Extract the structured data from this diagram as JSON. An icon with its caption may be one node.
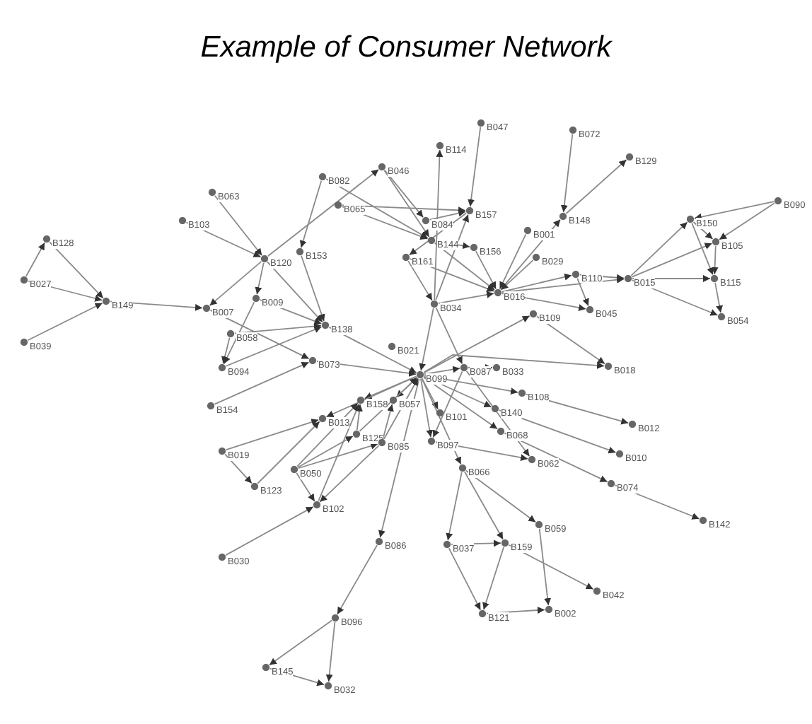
{
  "diagram": {
    "title": "Example of Consumer Network",
    "nodes": [
      {
        "text": [
          "B047"
        ]
      },
      {
        "text": [
          "B072"
        ]
      },
      {
        "text": [
          "B114"
        ]
      },
      {
        "text": [
          "B129"
        ]
      },
      {
        "text": [
          "B046"
        ]
      },
      {
        "text": [
          "B082"
        ]
      },
      {
        "text": [
          "B063"
        ]
      },
      {
        "text": [
          "B090"
        ]
      },
      {
        "text": [
          "B065"
        ]
      },
      {
        "text": [
          "B157"
        ]
      },
      {
        "text": [
          "B148"
        ]
      },
      {
        "text": [
          "B150"
        ]
      },
      {
        "text": [
          "B103"
        ]
      },
      {
        "text": [
          "B084"
        ]
      },
      {
        "text": [
          "B001"
        ]
      },
      {
        "text": [
          "B128"
        ]
      },
      {
        "text": [
          "B144"
        ]
      },
      {
        "text": [
          "B105"
        ]
      },
      {
        "text": [
          "B156"
        ]
      },
      {
        "text": [
          "B153"
        ]
      },
      {
        "text": [
          "B161"
        ]
      },
      {
        "text": [
          "B029"
        ]
      },
      {
        "text": [
          "B120"
        ]
      },
      {
        "text": [
          "B110"
        ]
      },
      {
        "text": [
          "B015"
        ]
      },
      {
        "text": [
          "B115"
        ]
      },
      {
        "text": [
          "B027"
        ]
      },
      {
        "text": [
          "B016"
        ]
      },
      {
        "text": [
          "B009"
        ]
      },
      {
        "text": [
          "B149"
        ]
      },
      {
        "text": [
          "B034"
        ]
      },
      {
        "text": [
          "B007"
        ]
      },
      {
        "text": [
          "B045"
        ]
      },
      {
        "text": [
          "B109"
        ]
      },
      {
        "text": [
          "B054"
        ]
      },
      {
        "text": [
          "B138"
        ]
      },
      {
        "text": [
          "B058"
        ]
      },
      {
        "text": [
          "B039"
        ]
      },
      {
        "text": [
          "B021"
        ]
      },
      {
        "text": [
          "B073"
        ]
      },
      {
        "text": [
          "B018"
        ]
      },
      {
        "text": [
          "B094"
        ]
      },
      {
        "text": [
          "B087"
        ]
      },
      {
        "text": [
          "B033"
        ]
      },
      {
        "text": [
          "B099"
        ]
      },
      {
        "text": [
          "B108"
        ]
      },
      {
        "text": [
          "B158"
        ]
      },
      {
        "text": [
          "B057"
        ]
      },
      {
        "text": [
          "B154"
        ]
      },
      {
        "text": [
          "B140"
        ]
      },
      {
        "text": [
          "B101"
        ]
      },
      {
        "text": [
          "B013"
        ]
      },
      {
        "text": [
          "B012"
        ]
      },
      {
        "text": [
          "B068"
        ]
      },
      {
        "text": [
          "B125"
        ]
      },
      {
        "text": [
          "B097"
        ]
      },
      {
        "text": [
          "B085"
        ]
      },
      {
        "text": [
          "B019"
        ]
      },
      {
        "text": [
          "B010"
        ]
      },
      {
        "text": [
          "B062"
        ]
      },
      {
        "text": [
          "B066"
        ]
      },
      {
        "text": [
          "B050"
        ]
      },
      {
        "text": [
          "B074"
        ]
      },
      {
        "text": [
          "B123"
        ]
      },
      {
        "text": [
          "B102"
        ]
      },
      {
        "text": [
          "B142"
        ]
      },
      {
        "text": [
          "B059"
        ]
      },
      {
        "text": [
          "B086"
        ]
      },
      {
        "text": [
          "B037"
        ]
      },
      {
        "text": [
          "B159"
        ]
      },
      {
        "text": [
          "B030"
        ]
      },
      {
        "text": [
          "B042"
        ]
      },
      {
        "text": [
          "B002"
        ]
      },
      {
        "text": [
          "B121"
        ]
      },
      {
        "text": [
          "B096"
        ]
      },
      {
        "text": [
          "B145"
        ]
      },
      {
        "text": [
          "B032"
        ]
      }
    ],
    "edges": [
      {
        "from": 26,
        "to": 15,
        "arrow": "to"
      },
      {
        "from": 26,
        "to": 29,
        "arrow": "to"
      },
      {
        "from": 15,
        "to": 29,
        "arrow": "to"
      },
      {
        "from": 37,
        "to": 29,
        "arrow": "to"
      },
      {
        "from": 29,
        "to": 31,
        "arrow": "to"
      },
      {
        "from": 6,
        "to": 22,
        "arrow": "to"
      },
      {
        "from": 12,
        "to": 22,
        "arrow": "to"
      },
      {
        "from": 22,
        "to": 31,
        "arrow": "to"
      },
      {
        "from": 22,
        "to": 28,
        "arrow": "to"
      },
      {
        "from": 22,
        "to": 4,
        "arrow": "to"
      },
      {
        "from": 22,
        "to": 35,
        "arrow": "to"
      },
      {
        "from": 31,
        "to": 39,
        "arrow": "to"
      },
      {
        "from": 36,
        "to": 41,
        "arrow": "to"
      },
      {
        "from": 28,
        "to": 41,
        "arrow": "to"
      },
      {
        "from": 36,
        "to": 35,
        "arrow": "to"
      },
      {
        "from": 41,
        "to": 35,
        "arrow": "to"
      },
      {
        "from": 28,
        "to": 35,
        "arrow": "to"
      },
      {
        "from": 48,
        "to": 39,
        "arrow": "to"
      },
      {
        "from": 39,
        "to": 44,
        "arrow": "to"
      },
      {
        "from": 35,
        "to": 44,
        "arrow": "to"
      },
      {
        "from": 5,
        "to": 19,
        "arrow": "to"
      },
      {
        "from": 19,
        "to": 35,
        "arrow": "to"
      },
      {
        "from": 5,
        "to": 16,
        "arrow": "to"
      },
      {
        "from": 8,
        "to": 9,
        "arrow": "to"
      },
      {
        "from": 8,
        "to": 16,
        "arrow": "to"
      },
      {
        "from": 4,
        "to": 13,
        "arrow": "to"
      },
      {
        "from": 4,
        "to": 16,
        "arrow": "to"
      },
      {
        "from": 0,
        "to": 9,
        "arrow": "to"
      },
      {
        "from": 30,
        "to": 2,
        "arrow": "to"
      },
      {
        "from": 13,
        "to": 9,
        "arrow": "to"
      },
      {
        "from": 9,
        "to": 20,
        "arrow": "to"
      },
      {
        "from": 16,
        "to": 18,
        "arrow": "to"
      },
      {
        "from": 16,
        "to": 27,
        "arrow": "to"
      },
      {
        "from": 20,
        "to": 30,
        "arrow": "to"
      },
      {
        "from": 20,
        "to": 27,
        "arrow": "to"
      },
      {
        "from": 30,
        "to": 9,
        "arrow": "to"
      },
      {
        "from": 30,
        "to": 27,
        "arrow": "to"
      },
      {
        "from": 30,
        "to": 44,
        "arrow": "to"
      },
      {
        "from": 18,
        "to": 27,
        "arrow": "to"
      },
      {
        "from": 14,
        "to": 27,
        "arrow": "to"
      },
      {
        "from": 27,
        "to": 10,
        "arrow": "to"
      },
      {
        "from": 1,
        "to": 10,
        "arrow": "to"
      },
      {
        "from": 10,
        "to": 3,
        "arrow": "to"
      },
      {
        "from": 21,
        "to": 27,
        "arrow": "to"
      },
      {
        "from": 27,
        "to": 23,
        "arrow": "to"
      },
      {
        "from": 27,
        "to": 32,
        "arrow": "to"
      },
      {
        "from": 23,
        "to": 32,
        "arrow": "to"
      },
      {
        "from": 23,
        "to": 24,
        "arrow": "to"
      },
      {
        "from": 27,
        "to": 24,
        "arrow": "to"
      },
      {
        "from": 44,
        "to": 33,
        "arrow": "to"
      },
      {
        "from": 33,
        "to": 40,
        "arrow": "to"
      },
      {
        "from": 44,
        "to": 40,
        "arrow": "to"
      },
      {
        "from": 44,
        "to": 42,
        "arrow": "to"
      },
      {
        "from": 42,
        "to": 43,
        "arrow": "to"
      },
      {
        "from": 42,
        "to": 59,
        "arrow": "to"
      },
      {
        "from": 30,
        "to": 42,
        "arrow": "to"
      },
      {
        "from": 44,
        "to": 45,
        "arrow": "to"
      },
      {
        "from": 45,
        "to": 52,
        "arrow": "to"
      },
      {
        "from": 44,
        "to": 49,
        "arrow": "to"
      },
      {
        "from": 49,
        "to": 58,
        "arrow": "to"
      },
      {
        "from": 44,
        "to": 53,
        "arrow": "to"
      },
      {
        "from": 53,
        "to": 62,
        "arrow": "to"
      },
      {
        "from": 62,
        "to": 65,
        "arrow": "to"
      },
      {
        "from": 44,
        "to": 50,
        "arrow": "to"
      },
      {
        "from": 44,
        "to": 55,
        "arrow": "to"
      },
      {
        "from": 42,
        "to": 55,
        "arrow": "to"
      },
      {
        "from": 55,
        "to": 59,
        "arrow": "to"
      },
      {
        "from": 44,
        "to": 60,
        "arrow": "to"
      },
      {
        "from": 60,
        "to": 68,
        "arrow": "to"
      },
      {
        "from": 60,
        "to": 69,
        "arrow": "to"
      },
      {
        "from": 60,
        "to": 66,
        "arrow": "to"
      },
      {
        "from": 68,
        "to": 69,
        "arrow": "to"
      },
      {
        "from": 68,
        "to": 73,
        "arrow": "to"
      },
      {
        "from": 69,
        "to": 73,
        "arrow": "to"
      },
      {
        "from": 69,
        "to": 71,
        "arrow": "to"
      },
      {
        "from": 73,
        "to": 72,
        "arrow": "to"
      },
      {
        "from": 66,
        "to": 72,
        "arrow": "to"
      },
      {
        "from": 44,
        "to": 67,
        "arrow": "to"
      },
      {
        "from": 67,
        "to": 74,
        "arrow": "to"
      },
      {
        "from": 74,
        "to": 75,
        "arrow": "to"
      },
      {
        "from": 75,
        "to": 76,
        "arrow": "to"
      },
      {
        "from": 74,
        "to": 76,
        "arrow": "to"
      },
      {
        "from": 24,
        "to": 11,
        "arrow": "to"
      },
      {
        "from": 24,
        "to": 17,
        "arrow": "to"
      },
      {
        "from": 24,
        "to": 25,
        "arrow": "to"
      },
      {
        "from": 24,
        "to": 34,
        "arrow": "to"
      },
      {
        "from": 7,
        "to": 11,
        "arrow": "to"
      },
      {
        "from": 7,
        "to": 17,
        "arrow": "to"
      },
      {
        "from": 11,
        "to": 17,
        "arrow": "to"
      },
      {
        "from": 11,
        "to": 25,
        "arrow": "to"
      },
      {
        "from": 17,
        "to": 25,
        "arrow": "to"
      },
      {
        "from": 25,
        "to": 34,
        "arrow": "to"
      },
      {
        "from": 44,
        "to": 46,
        "arrow": "to"
      },
      {
        "from": 44,
        "to": 47,
        "arrow": "to"
      },
      {
        "from": 44,
        "to": 51,
        "arrow": "to"
      },
      {
        "from": 57,
        "to": 51,
        "arrow": "to"
      },
      {
        "from": 63,
        "to": 51,
        "arrow": "to"
      },
      {
        "from": 57,
        "to": 63,
        "arrow": "to"
      },
      {
        "from": 61,
        "to": 46,
        "arrow": "to"
      },
      {
        "from": 61,
        "to": 54,
        "arrow": "to"
      },
      {
        "from": 61,
        "to": 56,
        "arrow": "to"
      },
      {
        "from": 61,
        "to": 64,
        "arrow": "to"
      },
      {
        "from": 64,
        "to": 46,
        "arrow": "to"
      },
      {
        "from": 56,
        "to": 64,
        "arrow": "to"
      },
      {
        "from": 70,
        "to": 64,
        "arrow": "to"
      },
      {
        "from": 54,
        "to": 46,
        "arrow": "to"
      },
      {
        "from": 56,
        "to": 47,
        "arrow": "to"
      },
      {
        "from": 56,
        "to": 44,
        "arrow": "to"
      },
      {
        "from": 54,
        "to": 44,
        "arrow": "to"
      }
    ]
  }
}
